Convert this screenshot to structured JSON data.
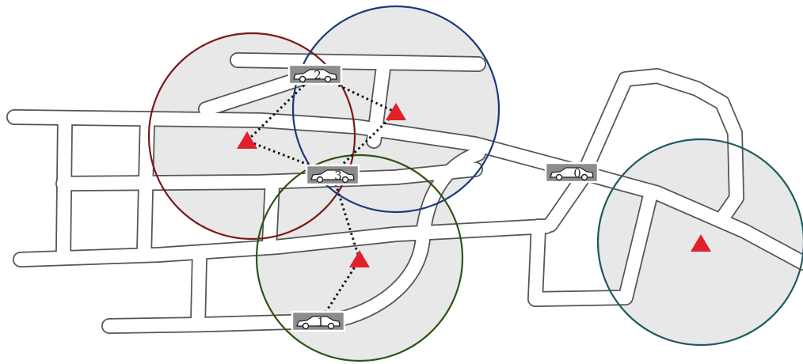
{
  "colors": {
    "background": "#ffffff",
    "coverage_fill": "#e8e8e8",
    "road_fill": "#ffffff",
    "road_stroke": "#555555",
    "target": "#e0202a",
    "link": "#111111",
    "car_badge": "#8c8c8c",
    "car_badge_border": "#ffffff"
  },
  "circles": [
    {
      "id": "c2-red",
      "color": "#7a1818"
    },
    {
      "id": "c-blue",
      "color": "#1c3a78"
    },
    {
      "id": "c1-green",
      "color": "#2d5418"
    },
    {
      "id": "c0-teal",
      "color": "#1f5a5f"
    }
  ],
  "cars": [
    {
      "id": "car-0",
      "label": "0"
    },
    {
      "id": "car-1",
      "label": "1"
    },
    {
      "id": "car-2",
      "label": "2"
    },
    {
      "id": "car-3",
      "label": "3"
    }
  ],
  "targets": [
    {
      "id": "target-a"
    },
    {
      "id": "target-b"
    },
    {
      "id": "target-c"
    },
    {
      "id": "target-d"
    }
  ],
  "links": [
    {
      "from": "car-2",
      "to": "target-a"
    },
    {
      "from": "car-2",
      "to": "target-b"
    },
    {
      "from": "car-3",
      "to": "target-a"
    },
    {
      "from": "car-3",
      "to": "target-b"
    },
    {
      "from": "car-3",
      "to": "target-c"
    },
    {
      "from": "car-1",
      "to": "target-c"
    }
  ]
}
